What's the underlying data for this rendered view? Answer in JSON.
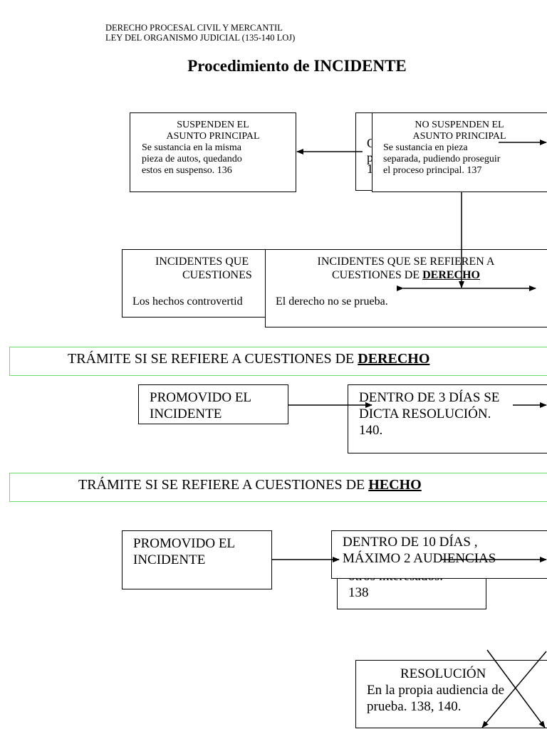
{
  "header": {
    "line1": "DERECHO PROCESAL CIVIL Y MERCANTIL",
    "line2": "LEY DEL ORGANISMO JUDICIAL (135-140 LOJ)"
  },
  "title": "Procedimiento de INCIDENTE",
  "suspend_box": {
    "title_l1": "SUSPENDEN EL",
    "title_l2": "ASUNTO PRINCIPAL",
    "body_l1": "Se sustancia en la misma",
    "body_l2": "pieza de autos, quedando",
    "body_l3": "estos en suspenso. 136"
  },
  "hidden_box": {
    "frag1": "C",
    "frag2": "p",
    "frag3": "1"
  },
  "no_suspend_box": {
    "title_l1": "NO SUSPENDEN EL",
    "title_l2": "ASUNTO PRINCIPAL",
    "body_l1": "Se sustancia en pieza",
    "body_l2": "separada, pudiendo proseguir",
    "body_l3": "el proceso principal. 137"
  },
  "hechos_box": {
    "title_l1": "INCIDENTES QUE",
    "title_l2": "CUESTIONES",
    "body": "Los hechos controvertid"
  },
  "derecho_box": {
    "title_l1": "INCIDENTES QUE SE REFIEREN A",
    "title_l2_prefix": "CUESTIONES DE ",
    "title_l2_emph": "DERECHO",
    "body": "El derecho no se prueba."
  },
  "section_derecho": {
    "prefix": "TRÁMITE SI SE REFIERE A CUESTIONES DE ",
    "emph": "DERECHO"
  },
  "derecho_flow": {
    "promovido_l1": "PROMOVIDO EL",
    "promovido_l2": "INCIDENTE",
    "dentro_l1": "DENTRO DE 3 DÍAS SE",
    "dentro_l2": "DICTA RESOLUCIÓN.",
    "dentro_l3": "140."
  },
  "section_hecho": {
    "prefix": "TRÁMITE SI SE REFIERE A CUESTIONES DE ",
    "emph": "HECHO"
  },
  "hecho_flow": {
    "promovido_l1": "PROMOVIDO EL",
    "promovido_l2": "INCIDENTE",
    "dentro_l1": "DENTRO DE 10 DÍAS ,",
    "dentro_l2": "MÁXIMO 2 AUDIENCIAS",
    "behind_l1": "otros interesados.",
    "behind_l2": "138"
  },
  "resolucion_box": {
    "title": "RESOLUCIÓN",
    "body_l1": "En la propia audiencia de",
    "body_l2": "prueba. 138, 140."
  }
}
